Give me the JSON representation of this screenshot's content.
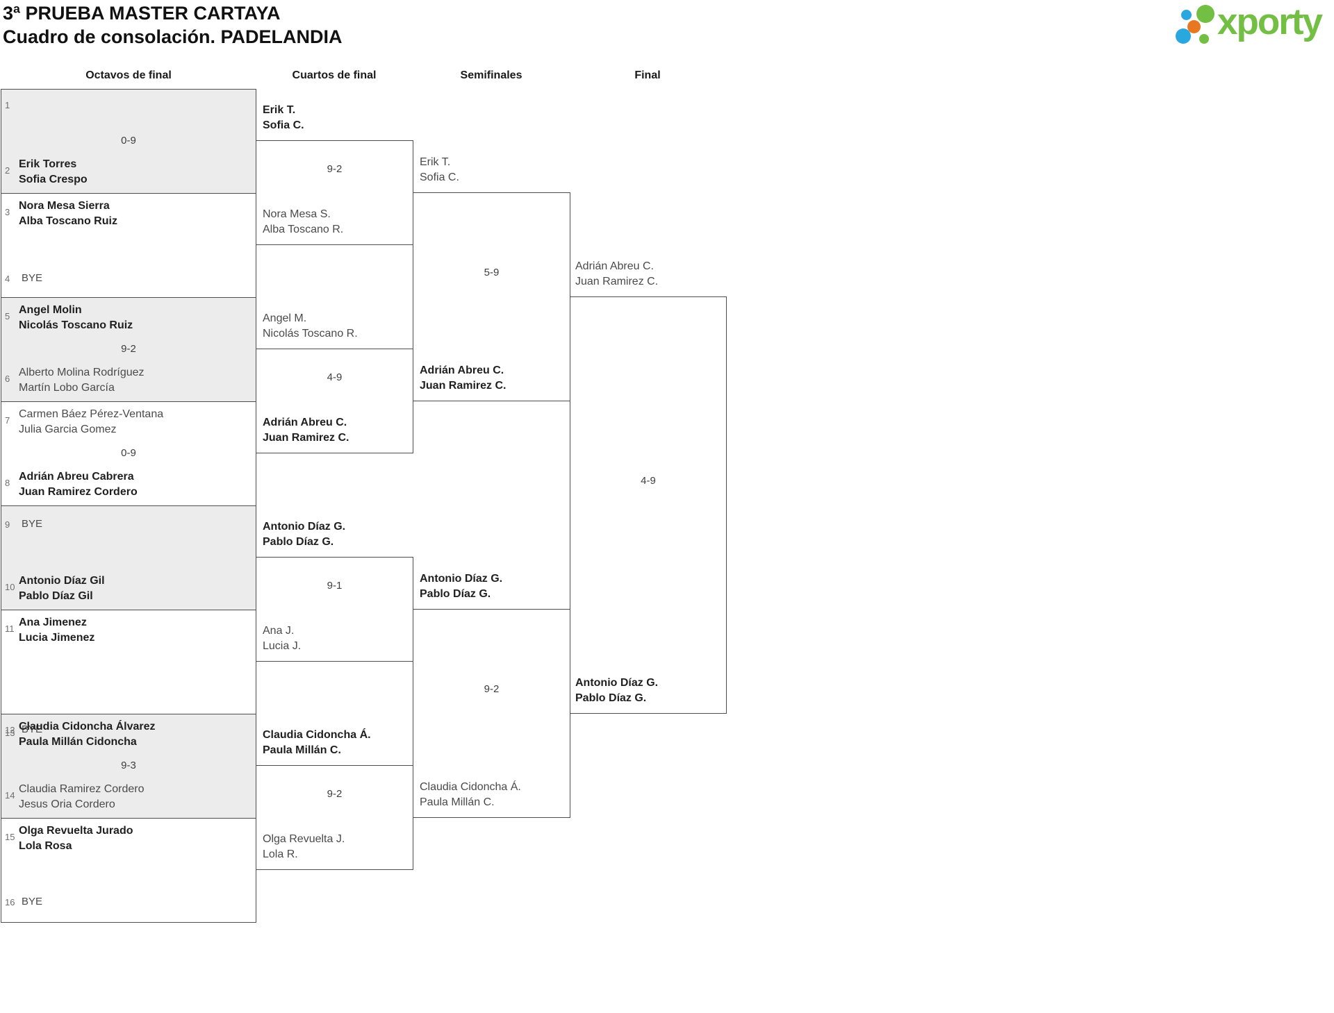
{
  "title": {
    "line1": "3ª PRUEBA MASTER CARTAYA",
    "line2": "Cuadro de consolación. PADELANDIA"
  },
  "logo": {
    "wordmark": "xporty",
    "colors": {
      "green": "#72bf44",
      "blue": "#29a8e0",
      "orange": "#e87722"
    }
  },
  "rounds": {
    "r16": "Octavos de final",
    "qf": "Cuartos de final",
    "sf": "Semifinales",
    "f": "Final"
  },
  "r16": [
    {
      "top": {
        "seed": "1"
      },
      "score": "0-9",
      "bottom": {
        "seed": "2",
        "p1": "Erik Torres",
        "p2": "Sofia Crespo",
        "winner": true
      }
    },
    {
      "top": {
        "seed": "3",
        "p1": "Nora Mesa Sierra",
        "p2": "Alba Toscano Ruiz",
        "winner": true
      },
      "bottom": {
        "seed": "4",
        "bye": "BYE"
      }
    },
    {
      "top": {
        "seed": "5",
        "p1": "Angel Molin",
        "p2": "Nicolás Toscano Ruiz",
        "winner": true
      },
      "score": "9-2",
      "bottom": {
        "seed": "6",
        "p1": "Alberto Molina Rodríguez",
        "p2": "Martín Lobo García",
        "winner": false
      }
    },
    {
      "top": {
        "seed": "7",
        "p1": "Carmen Báez Pérez-Ventana",
        "p2": "Julia Garcia Gomez",
        "winner": false
      },
      "score": "0-9",
      "bottom": {
        "seed": "8",
        "p1": "Adrián Abreu Cabrera",
        "p2": "Juan Ramirez Cordero",
        "winner": true
      }
    },
    {
      "top": {
        "seed": "9",
        "bye": "BYE"
      },
      "bottom": {
        "seed": "10",
        "p1": "Antonio Díaz Gil",
        "p2": "Pablo Díaz Gil",
        "winner": true
      }
    },
    {
      "top": {
        "seed": "11",
        "p1": "Ana Jimenez",
        "p2": "Lucia Jimenez",
        "winner": true
      },
      "bottom": {
        "seed": "12",
        "bye": "BYE"
      }
    },
    {
      "top": {
        "seed": "13",
        "p1": "Claudia Cidoncha Álvarez",
        "p2": "Paula Millán Cidoncha",
        "winner": true
      },
      "score": "9-3",
      "bottom": {
        "seed": "14",
        "p1": "Claudia Ramirez Cordero",
        "p2": "Jesus Oria Cordero",
        "winner": false
      }
    },
    {
      "top": {
        "seed": "15",
        "p1": "Olga Revuelta Jurado",
        "p2": "Lola Rosa",
        "winner": true
      },
      "bottom": {
        "seed": "16",
        "bye": "BYE"
      }
    }
  ],
  "qf": [
    {
      "top": {
        "p1": "Erik T.",
        "p2": "Sofia C.",
        "winner": true
      },
      "score": "9-2",
      "bottom": {
        "p1": "Nora Mesa S.",
        "p2": "Alba Toscano R.",
        "winner": false
      }
    },
    {
      "top": {
        "p1": "Angel M.",
        "p2": "Nicolás Toscano R.",
        "winner": false
      },
      "score": "4-9",
      "bottom": {
        "p1": "Adrián Abreu C.",
        "p2": "Juan Ramirez C.",
        "winner": true
      }
    },
    {
      "top": {
        "p1": "Antonio Díaz G.",
        "p2": "Pablo Díaz G.",
        "winner": true
      },
      "score": "9-1",
      "bottom": {
        "p1": "Ana J.",
        "p2": "Lucia J.",
        "winner": false
      }
    },
    {
      "top": {
        "p1": "Claudia Cidoncha Á.",
        "p2": "Paula Millán C.",
        "winner": true
      },
      "score": "9-2",
      "bottom": {
        "p1": "Olga Revuelta J.",
        "p2": "Lola R.",
        "winner": false
      }
    }
  ],
  "sf": [
    {
      "top": {
        "p1": "Erik T.",
        "p2": "Sofia C.",
        "winner": false
      },
      "score": "5-9",
      "bottom": {
        "p1": "Adrián Abreu C.",
        "p2": "Juan Ramirez C.",
        "winner": true
      }
    },
    {
      "top": {
        "p1": "Antonio Díaz G.",
        "p2": "Pablo Díaz G.",
        "winner": true
      },
      "score": "9-2",
      "bottom": {
        "p1": "Claudia Cidoncha Á.",
        "p2": "Paula Millán C.",
        "winner": false
      }
    }
  ],
  "final": {
    "top": {
      "p1": "Adrián Abreu C.",
      "p2": "Juan Ramirez C.",
      "winner": false
    },
    "score": "4-9",
    "bottom": {
      "p1": "Antonio Díaz G.",
      "p2": "Pablo Díaz G.",
      "winner": true
    }
  }
}
